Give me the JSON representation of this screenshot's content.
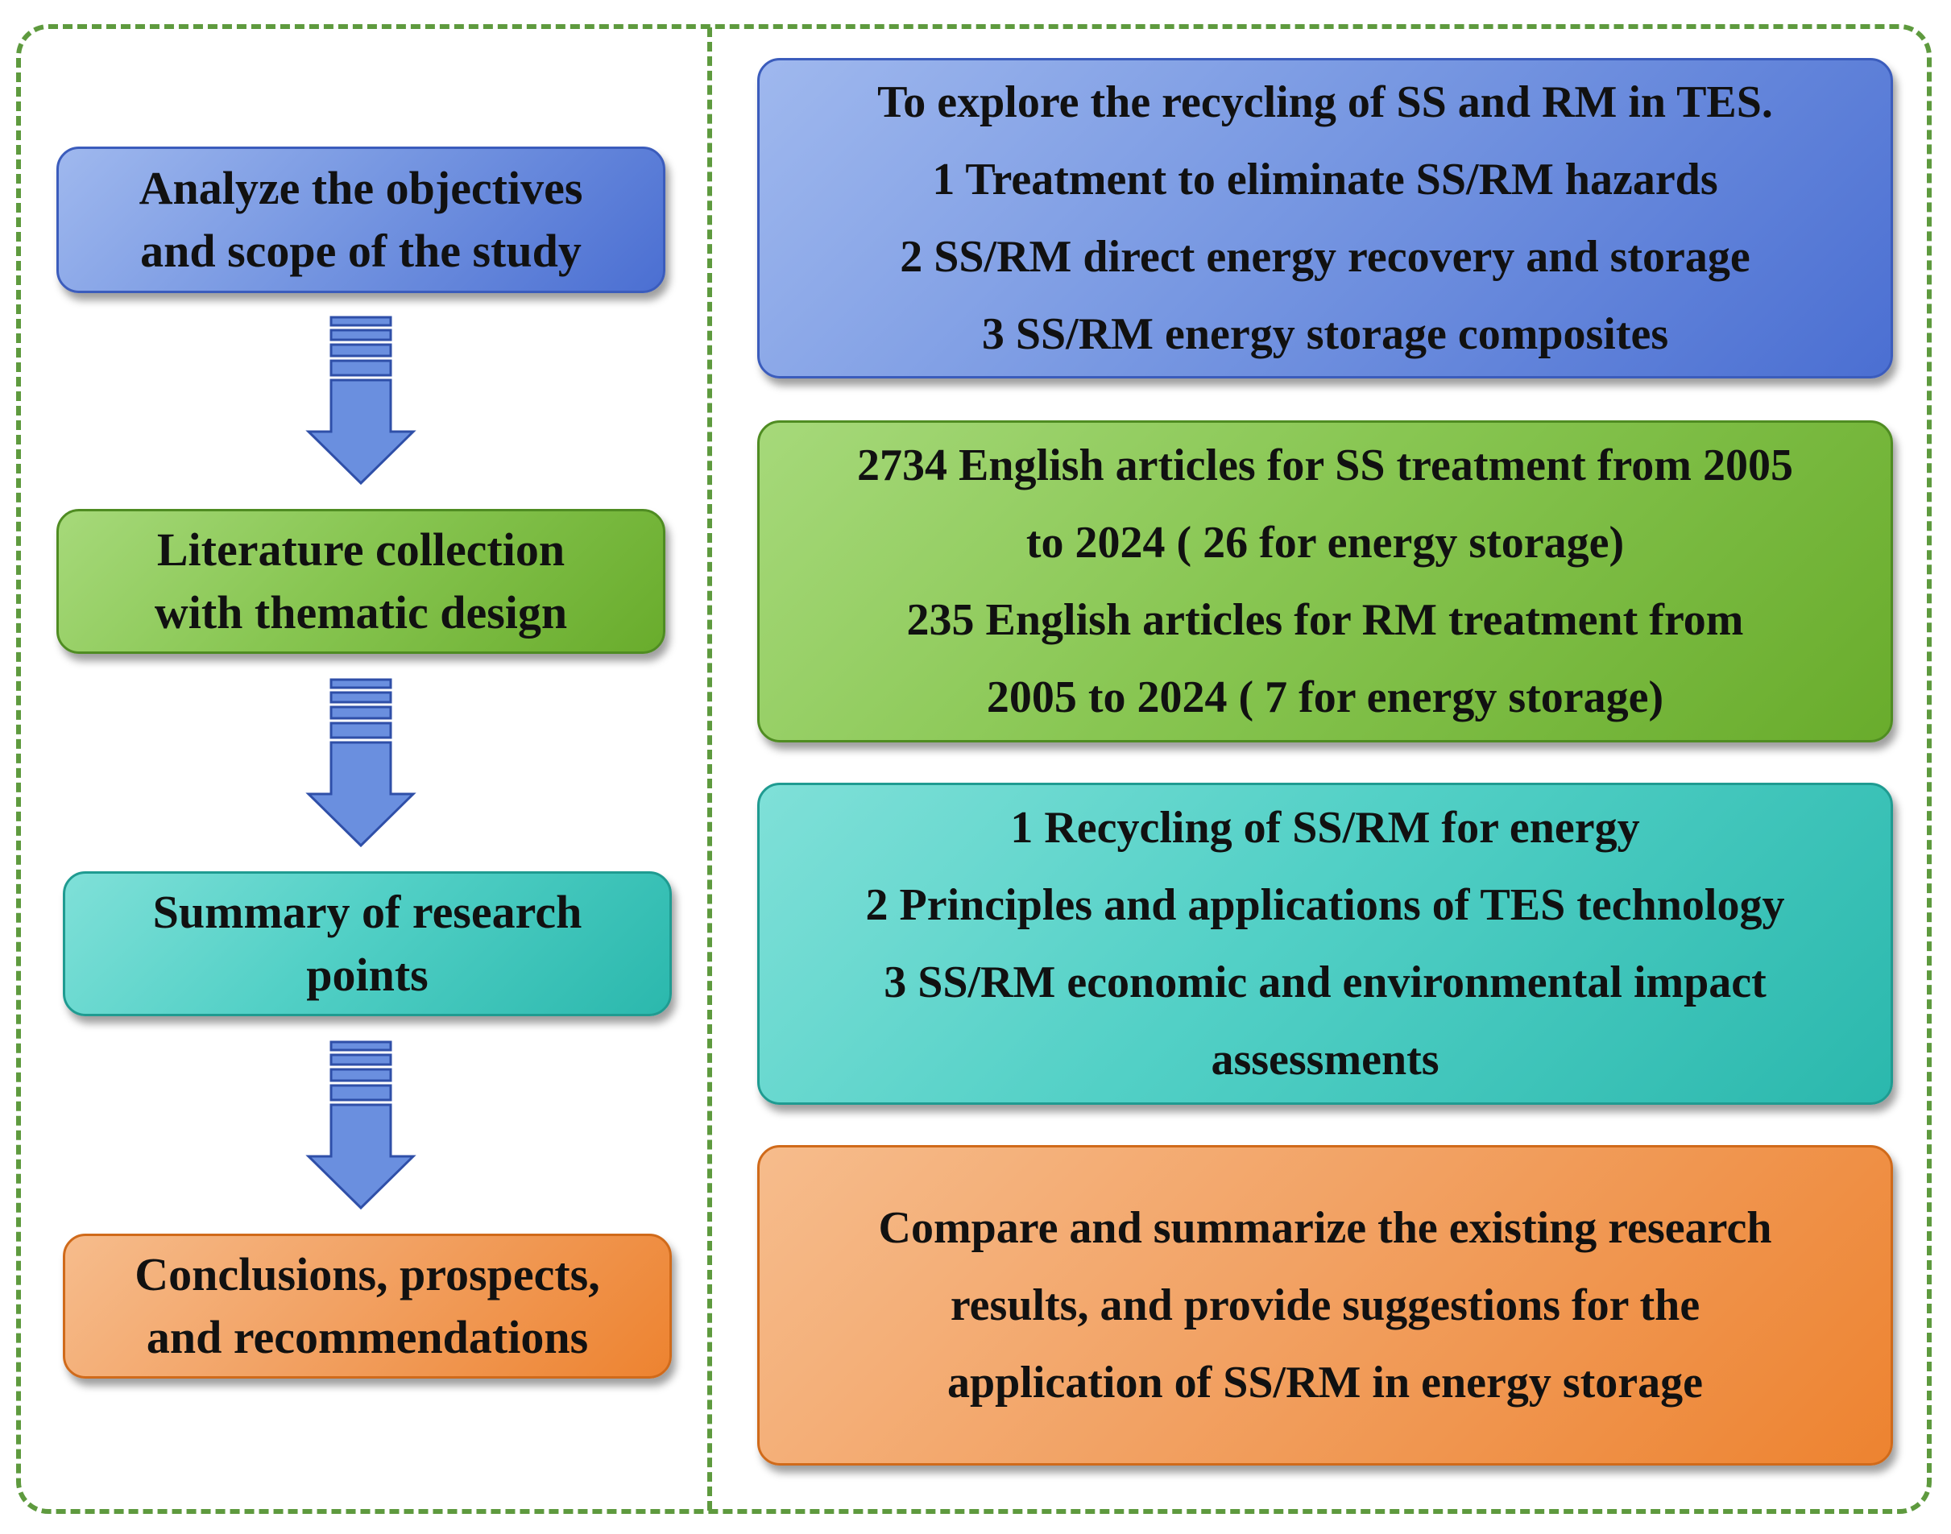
{
  "left_steps": [
    {
      "lines": [
        "Analyze the objectives",
        "and scope of the study"
      ],
      "color": "#7898e2"
    },
    {
      "lines": [
        "Literature collection",
        "with thematic design"
      ],
      "color": "#88c652"
    },
    {
      "lines": [
        "Summary of research",
        "points"
      ],
      "color": "#52d0c6"
    },
    {
      "lines": [
        "Conclusions, prospects,",
        "and recommendations"
      ],
      "color": "#f2a264"
    }
  ],
  "right_boxes": [
    {
      "lines": [
        "To explore the recycling of SS and RM in TES.",
        "1 Treatment to eliminate SS/RM hazards",
        "2 SS/RM direct energy recovery and storage",
        "3 SS/RM energy storage composites"
      ]
    },
    {
      "lines": [
        "2734 English articles for SS treatment from 2005",
        "to 2024 ( 26 for energy storage)",
        "235 English articles for RM treatment from",
        "2005 to 2024 ( 7 for energy storage)"
      ]
    },
    {
      "lines": [
        "1 Recycling of SS/RM for energy",
        "2 Principles and applications of TES technology",
        "3 SS/RM economic and environmental impact",
        "assessments"
      ]
    },
    {
      "lines": [
        "Compare and summarize the existing research",
        "results, and provide suggestions for the",
        "application of SS/RM in energy storage"
      ]
    }
  ],
  "frame_color": "#5e9a3e",
  "arrow_color": "#6a8fdf",
  "arrow_icon": "down-arrow-icon"
}
